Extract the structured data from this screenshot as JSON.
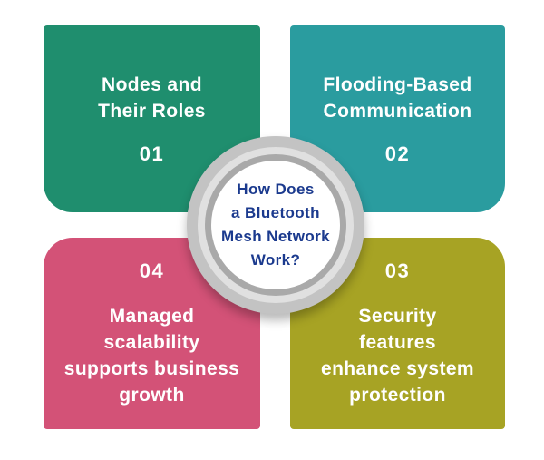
{
  "background_color": "#ffffff",
  "card_text_color": "#ffffff",
  "cards": [
    {
      "key": "nodes-and-their-roles",
      "title": "Nodes and\nTheir Roles",
      "number": "01",
      "color": "#1F8E6E",
      "position": "top-left",
      "number_position": "below-title"
    },
    {
      "key": "flooding-based-communication",
      "title": "Flooding-Based\nCommunication",
      "number": "02",
      "color": "#2A9C9F",
      "position": "top-right",
      "number_position": "below-title"
    },
    {
      "key": "security-features",
      "title": "Security\nfeatures\nenhance system\nprotection",
      "number": "03",
      "color": "#A7A324",
      "position": "bottom-right",
      "number_position": "above-title"
    },
    {
      "key": "managed-scalability",
      "title": "Managed\nscalability\nsupports business\ngrowth",
      "number": "04",
      "color": "#D35277",
      "position": "bottom-left",
      "number_position": "above-title"
    }
  ],
  "center": {
    "question": "How Does\na Bluetooth\nMesh Network\nWork?",
    "text_color": "#1B3A8E",
    "ring_outer_color": "#C3C3C3",
    "ring_band_color": "#E0E0E0",
    "ring_inner_color": "#A9A9A9",
    "face_color": "#FFFFFF"
  }
}
